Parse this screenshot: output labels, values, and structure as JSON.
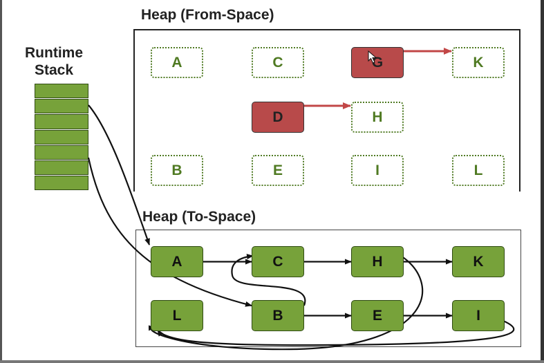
{
  "runtime_stack": {
    "title": "Runtime Stack",
    "cells": 7
  },
  "from_space": {
    "title": "Heap (From-Space)",
    "nodes": [
      {
        "id": "A",
        "state": "empty"
      },
      {
        "id": "C",
        "state": "empty"
      },
      {
        "id": "G",
        "state": "red"
      },
      {
        "id": "K",
        "state": "empty"
      },
      {
        "id": "D",
        "state": "red"
      },
      {
        "id": "H",
        "state": "empty"
      },
      {
        "id": "B",
        "state": "empty"
      },
      {
        "id": "E",
        "state": "empty"
      },
      {
        "id": "I",
        "state": "empty"
      },
      {
        "id": "L",
        "state": "empty"
      }
    ],
    "edges": [
      [
        "G",
        "K"
      ],
      [
        "D",
        "H"
      ]
    ]
  },
  "to_space": {
    "title": "Heap (To-Space)",
    "nodes": [
      {
        "id": "A",
        "state": "green"
      },
      {
        "id": "C",
        "state": "green"
      },
      {
        "id": "H",
        "state": "green"
      },
      {
        "id": "K",
        "state": "green"
      },
      {
        "id": "L",
        "state": "green"
      },
      {
        "id": "B",
        "state": "green"
      },
      {
        "id": "E",
        "state": "green"
      },
      {
        "id": "I",
        "state": "green"
      }
    ],
    "edges": [
      [
        "A",
        "C"
      ],
      [
        "C",
        "H"
      ],
      [
        "H",
        "K"
      ],
      [
        "B",
        "E"
      ],
      [
        "E",
        "I"
      ],
      [
        "B",
        "C"
      ],
      [
        "H",
        "L"
      ],
      [
        "I",
        "L"
      ]
    ],
    "stack_roots": [
      "A",
      "B"
    ]
  },
  "colors": {
    "green": "#77a23a",
    "red": "#b84a4a",
    "dotted": "#4f7a22",
    "arrow_red": "#c24747"
  }
}
